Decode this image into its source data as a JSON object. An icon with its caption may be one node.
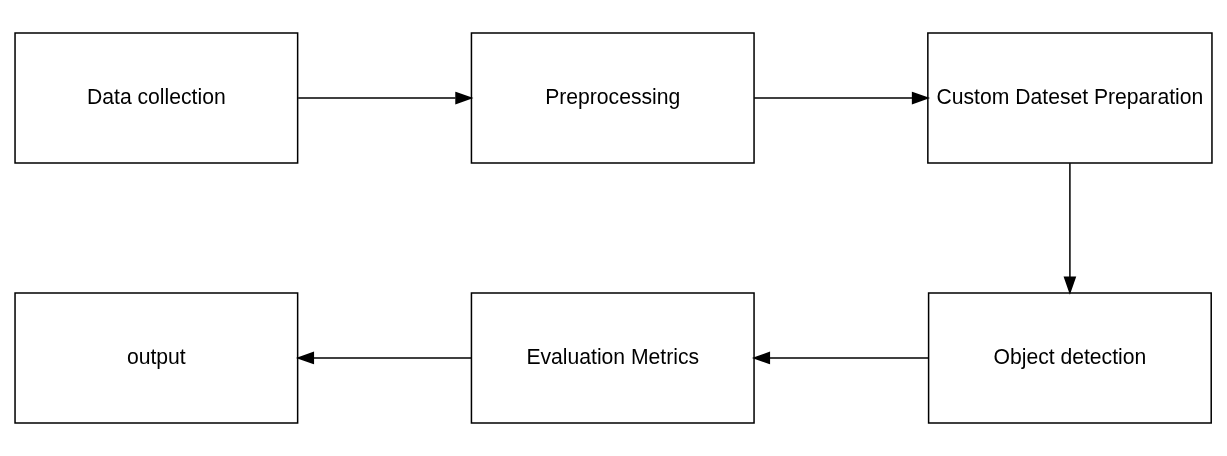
{
  "diagram": {
    "nodes": [
      {
        "text": [
          "Data collection"
        ]
      },
      {
        "text": [
          "Preprocessing"
        ]
      },
      {
        "text": [
          "Custom Dateset Preparation"
        ]
      },
      {
        "text": [
          "Object detection"
        ]
      },
      {
        "text": [
          "Evaluation Metrics"
        ]
      },
      {
        "text": [
          "output"
        ]
      }
    ],
    "edges": [
      {
        "from": 0,
        "to": 1,
        "arrow": "to"
      },
      {
        "from": 1,
        "to": 2,
        "arrow": "to"
      },
      {
        "from": 2,
        "to": 3,
        "arrow": "to"
      },
      {
        "from": 3,
        "to": 4,
        "arrow": "to"
      },
      {
        "from": 4,
        "to": 5,
        "arrow": "to"
      }
    ]
  }
}
